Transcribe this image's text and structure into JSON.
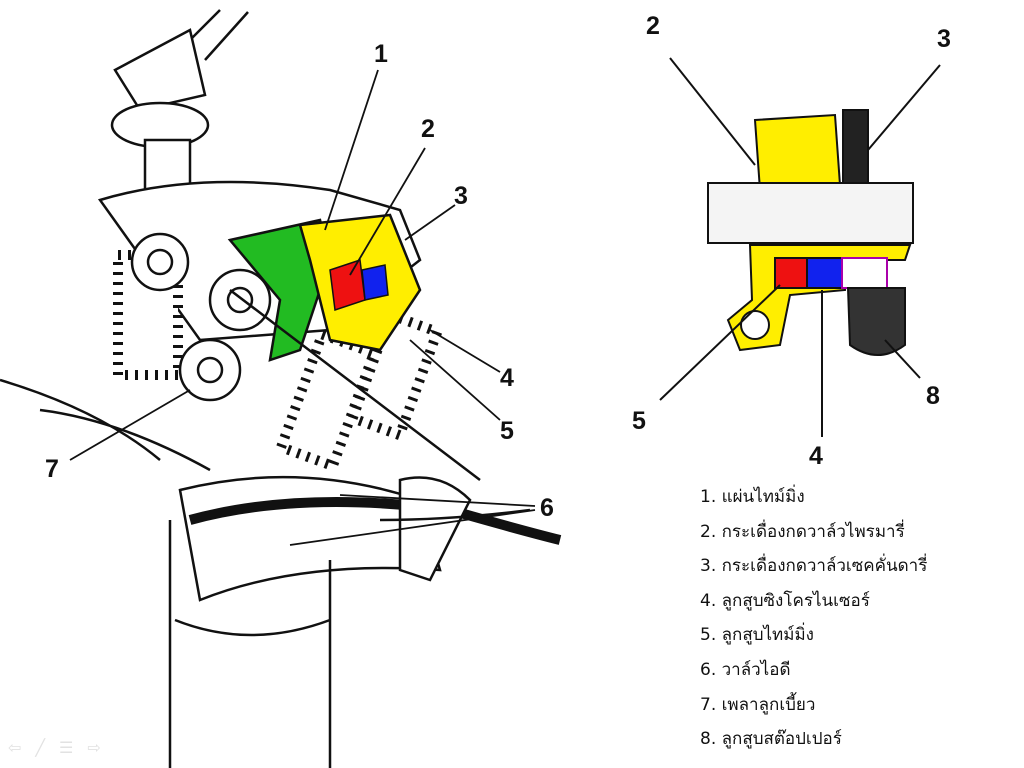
{
  "diagram": {
    "left_callouts": [
      "1",
      "2",
      "3",
      "4",
      "5",
      "6",
      "7"
    ],
    "right_callouts": [
      "2",
      "3",
      "5",
      "4",
      "8"
    ],
    "colors": {
      "timing_plate": "#22bb22",
      "rocker": "#ffee00",
      "red_piston": "#ee1111",
      "blue_piston": "#1122ee",
      "stopper": "#222222"
    }
  },
  "legend": [
    "1. แผ่นไทม์มิ่ง",
    "2. กระเดื่องกดวาล์วไพรมารี่",
    "3. กระเดื่องกดวาล์วเซคคั่นดารี่",
    "4. ลูกสูบซิงโครไนเซอร์",
    "5. ลูกสูบไทม์มิ่ง",
    "6. วาล์วไอดี",
    "7. เพลาลูกเบี้ยว",
    "8. ลูกสูบสต๊อปเปอร์"
  ],
  "nav": {
    "prev": "previous-slide",
    "pen": "pen-tool",
    "menu": "slide-menu",
    "next": "next-slide"
  }
}
